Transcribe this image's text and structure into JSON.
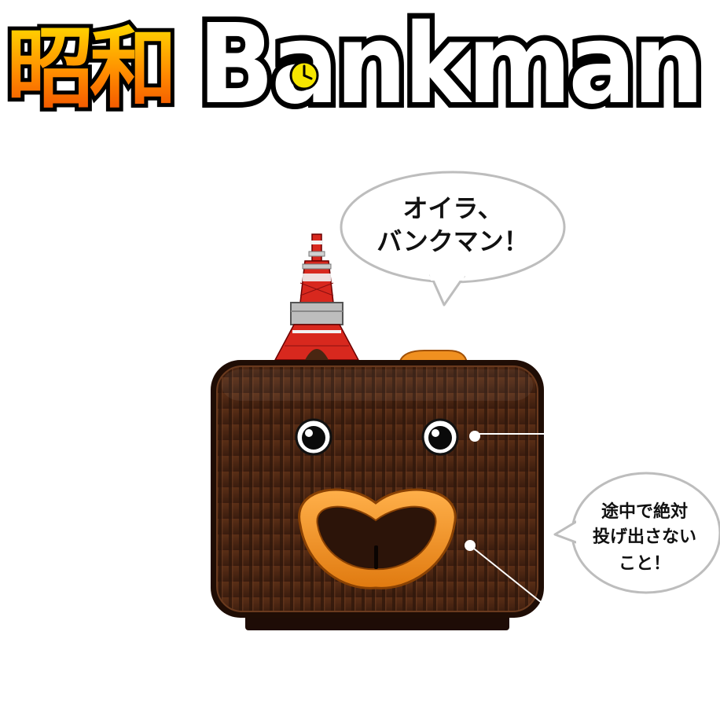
{
  "logo": {
    "kanji": "昭和",
    "text": "Bankman",
    "kanji_gradient": [
      "#ffe000",
      "#ff8a00",
      "#f04a00"
    ]
  },
  "speech_bubble": {
    "line1": "オイラ、",
    "line2": "バンクマン！"
  },
  "callout_bubble": {
    "line1": "途中で絶対",
    "line2": "投げ出さない",
    "line3": "こと！"
  },
  "colors": {
    "body": "#4a2612",
    "body_dark": "#2a120a",
    "mouth": "#f09020",
    "tower_red": "#d8281e",
    "tower_white": "#f2f2f2",
    "line": "#ffffff"
  },
  "icons": {
    "clock": "clock-icon",
    "tower": "tokyo-tower-icon",
    "bank": "coin-bank-icon"
  }
}
